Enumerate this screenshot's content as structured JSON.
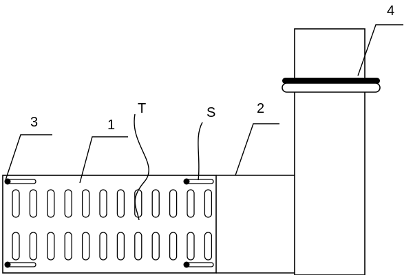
{
  "diagram": {
    "labels": {
      "part_1": "1",
      "part_2": "2",
      "part_3": "3",
      "part_4": "4",
      "part_T": "T",
      "part_S": "S"
    },
    "slot_grid": {
      "rows": 2,
      "columns": 12
    },
    "colors": {
      "stroke": "#000000",
      "background": "#ffffff"
    }
  }
}
